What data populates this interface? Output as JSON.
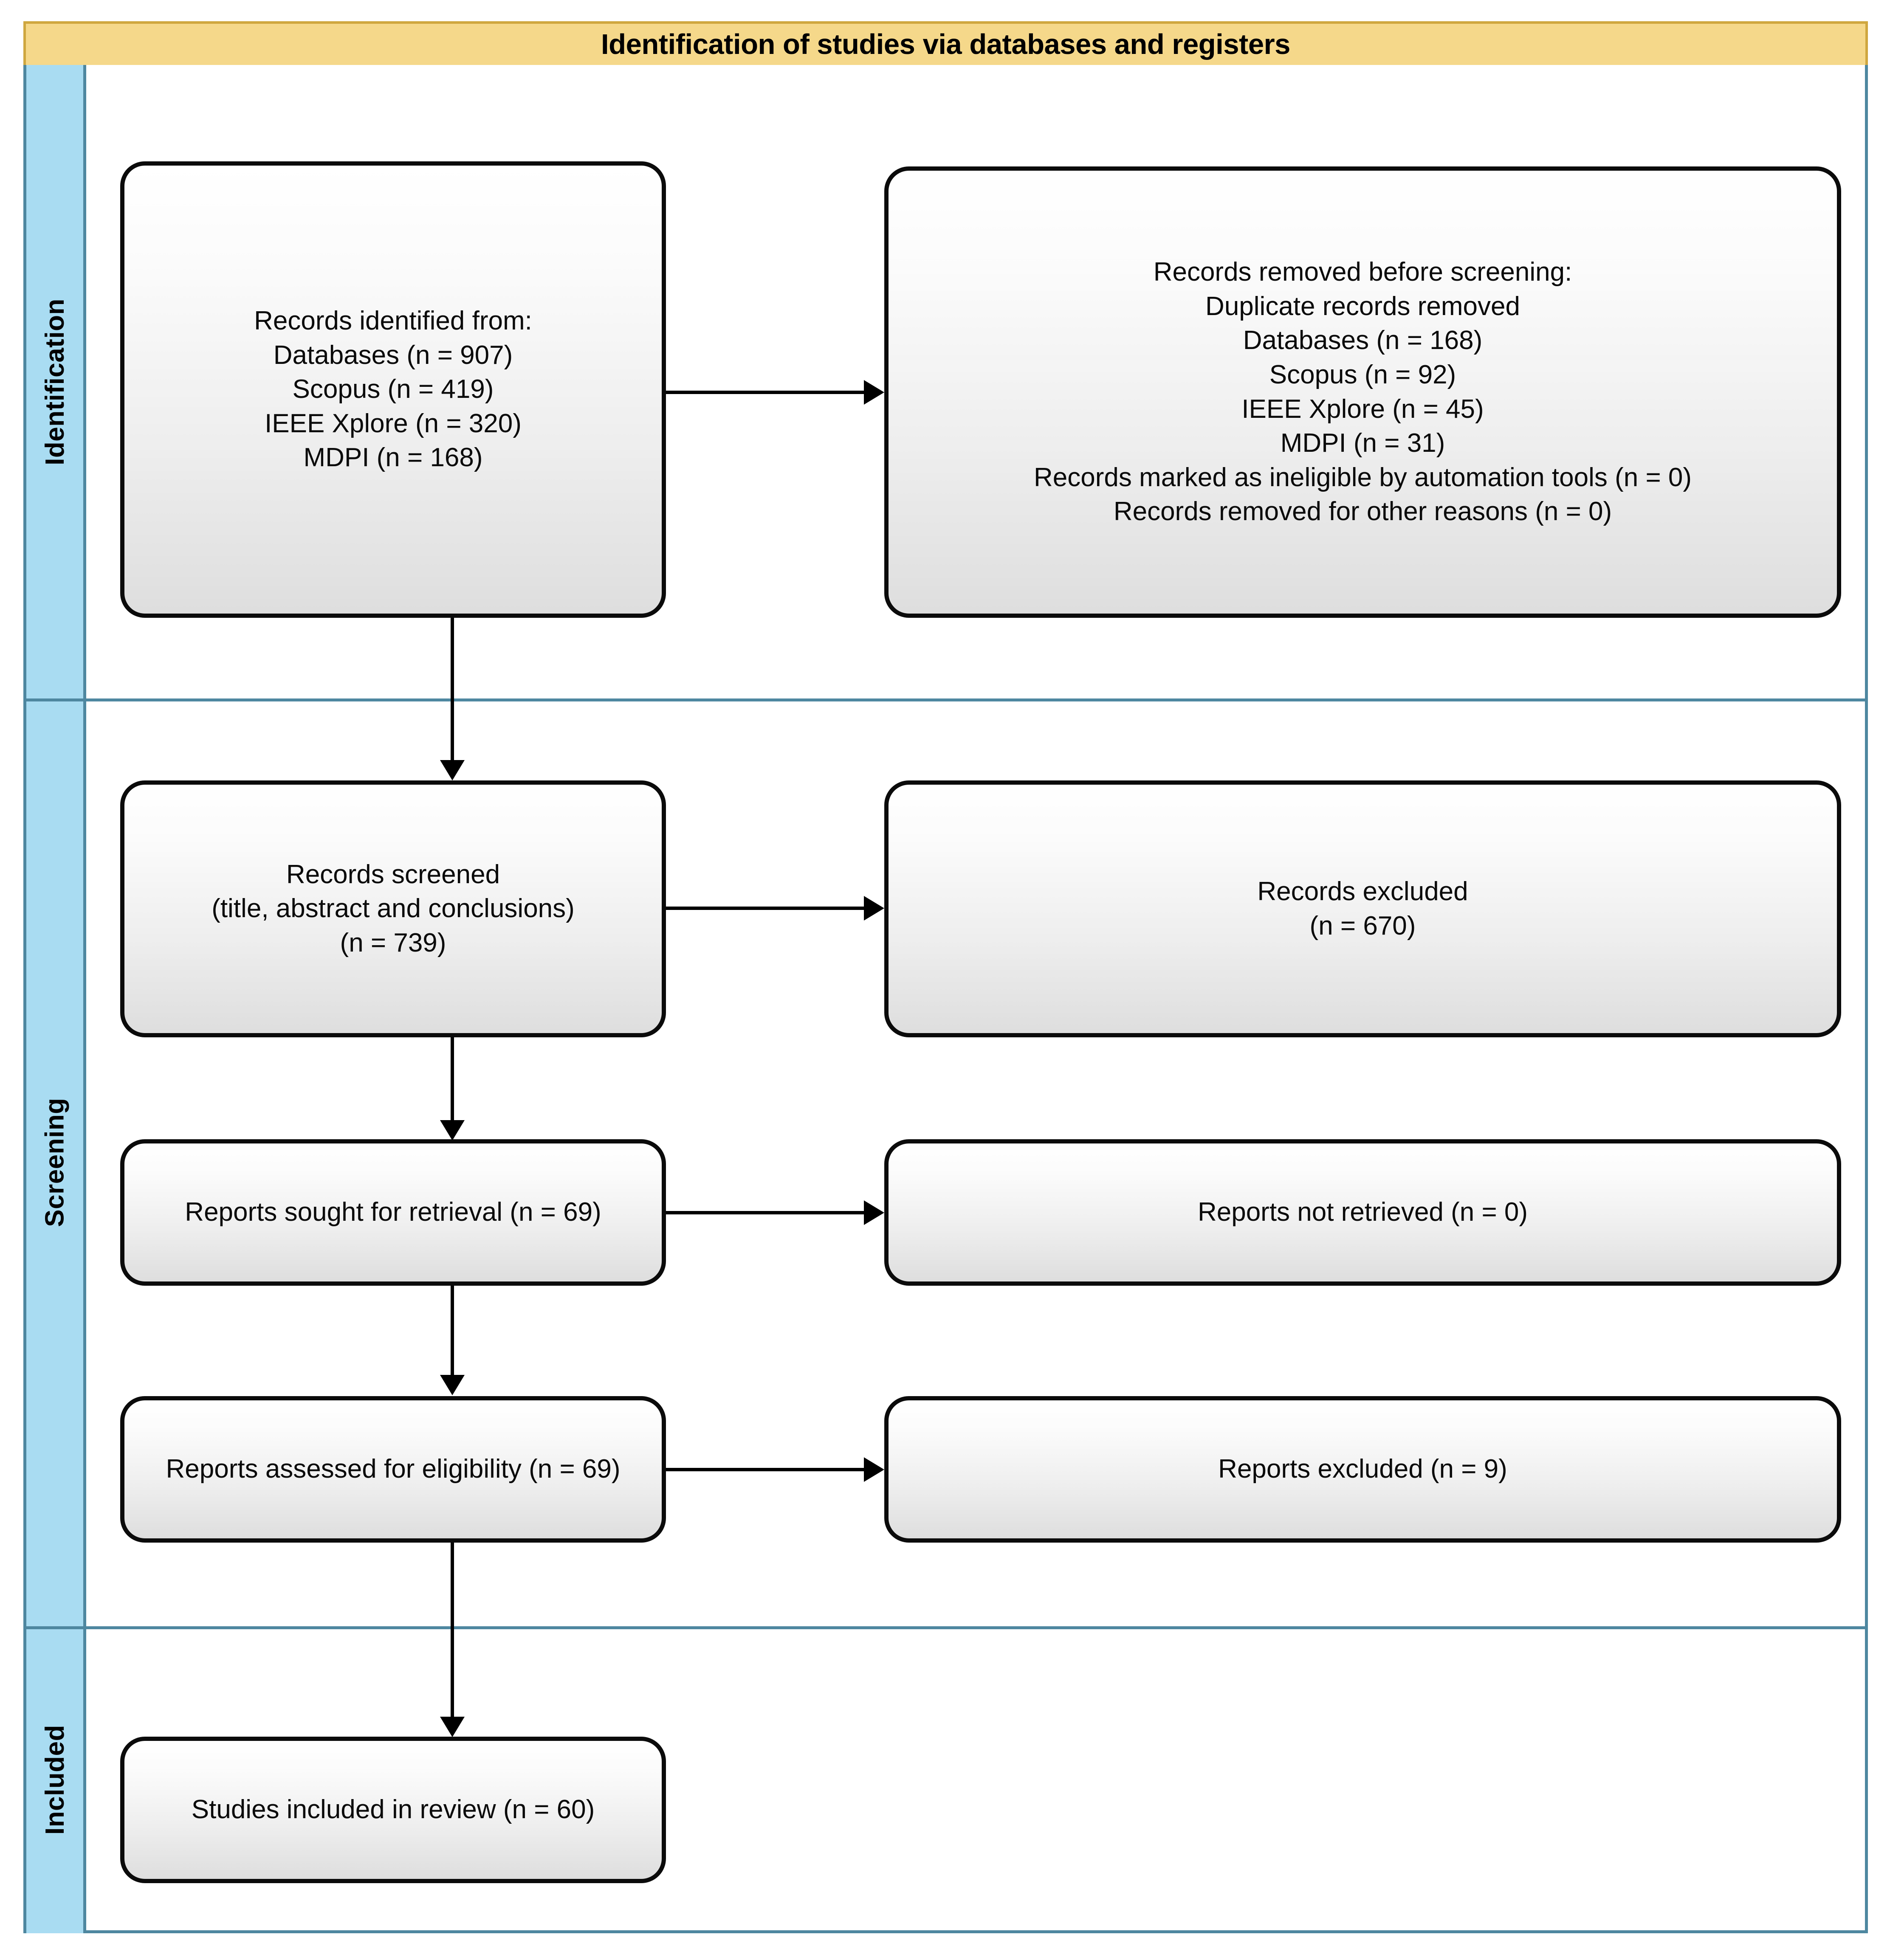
{
  "header": {
    "title": "Identification of studies via databases and registers"
  },
  "stages": [
    {
      "id": "identification",
      "label": "Identification"
    },
    {
      "id": "screening",
      "label": "Screening"
    },
    {
      "id": "included",
      "label": "Included"
    }
  ],
  "boxes": {
    "records_identified": {
      "name": "records-identified-from",
      "text": "Records identified from:\nDatabases (n = 907)\nScopus (n = 419)\nIEEE Xplore (n = 320)\nMDPI (n = 168)",
      "lines": [
        "Records identified from:",
        "Databases (n = 907)",
        "Scopus (n = 419)",
        "IEEE Xplore (n = 320)",
        "MDPI (n = 168)"
      ]
    },
    "records_removed": {
      "name": "records-removed-before-screening",
      "text": "Records removed before screening:\nDuplicate records removed\nDatabases (n = 168)\nScopus (n = 92)\nIEEE Xplore (n = 45)\nMDPI (n = 31)\nRecords marked as ineligible by automation tools (n = 0)\nRecords removed for other reasons (n = 0)",
      "lines": [
        "Records removed before screening:",
        "Duplicate records removed",
        "Databases (n = 168)",
        "Scopus (n = 92)",
        "IEEE Xplore (n = 45)",
        "MDPI (n = 31)",
        "Records marked as ineligible by automation tools (n = 0)",
        "Records removed for other reasons (n = 0)"
      ]
    },
    "records_screened": {
      "name": "records-screened",
      "text": "Records screened\n(title, abstract and conclusions)\n(n = 739)",
      "lines": [
        "Records screened",
        "(title, abstract and conclusions)",
        "(n = 739)"
      ]
    },
    "records_excluded": {
      "name": "records-excluded",
      "text": "Records excluded\n(n = 670)",
      "lines": [
        "Records excluded",
        "(n = 670)"
      ]
    },
    "reports_sought": {
      "name": "reports-sought-for-retrieval",
      "text": "Reports sought for retrieval (n = 69)",
      "lines": [
        "Reports sought for retrieval (n = 69)"
      ]
    },
    "reports_not_retrieved": {
      "name": "reports-not-retrieved",
      "text": "Reports not retrieved (n = 0)",
      "lines": [
        "Reports not retrieved (n = 0)"
      ]
    },
    "reports_assessed": {
      "name": "reports-assessed-for-eligibility",
      "text": "Reports assessed for eligibility (n = 69)",
      "lines": [
        "Reports assessed for eligibility (n = 69)"
      ]
    },
    "reports_excluded": {
      "name": "reports-excluded",
      "text": "Reports excluded (n = 9)",
      "lines": [
        "Reports excluded (n = 9)"
      ]
    },
    "studies_included": {
      "name": "studies-included-in-review",
      "text": "Studies included in review (n = 60)",
      "lines": [
        "Studies included in review (n = 60)"
      ]
    }
  },
  "counts": {
    "databases_identified": 907,
    "scopus_identified": 419,
    "ieee_xplore_identified": 320,
    "mdpi_identified": 168,
    "databases_duplicates_removed": 168,
    "scopus_duplicates_removed": 92,
    "ieee_xplore_duplicates_removed": 45,
    "mdpi_duplicates_removed": 31,
    "marked_ineligible_automation": 0,
    "removed_other_reasons": 0,
    "records_screened": 739,
    "records_excluded": 670,
    "reports_sought": 69,
    "reports_not_retrieved": 0,
    "reports_assessed": 69,
    "reports_excluded": 9,
    "studies_included": 60
  },
  "colors": {
    "header_fill": "#f5d88a",
    "header_border": "#cfa73f",
    "stage_fill": "#a9dcf2",
    "frame_border": "#4e87a0",
    "box_border": "#0b0b0b",
    "connector": "#000000"
  },
  "connectors": [
    {
      "name": "arrow-identified-to-removed",
      "from": "records_identified",
      "to": "records_removed",
      "direction": "right"
    },
    {
      "name": "arrow-identified-to-screened",
      "from": "records_identified",
      "to": "records_screened",
      "direction": "down"
    },
    {
      "name": "arrow-screened-to-excluded",
      "from": "records_screened",
      "to": "records_excluded",
      "direction": "right"
    },
    {
      "name": "arrow-screened-to-sought",
      "from": "records_screened",
      "to": "reports_sought",
      "direction": "down"
    },
    {
      "name": "arrow-sought-to-not-retrieved",
      "from": "reports_sought",
      "to": "reports_not_retrieved",
      "direction": "right"
    },
    {
      "name": "arrow-sought-to-assessed",
      "from": "reports_sought",
      "to": "reports_assessed",
      "direction": "down"
    },
    {
      "name": "arrow-assessed-to-excluded",
      "from": "reports_assessed",
      "to": "reports_excluded",
      "direction": "right"
    },
    {
      "name": "arrow-assessed-to-included",
      "from": "reports_assessed",
      "to": "studies_included",
      "direction": "down"
    }
  ]
}
